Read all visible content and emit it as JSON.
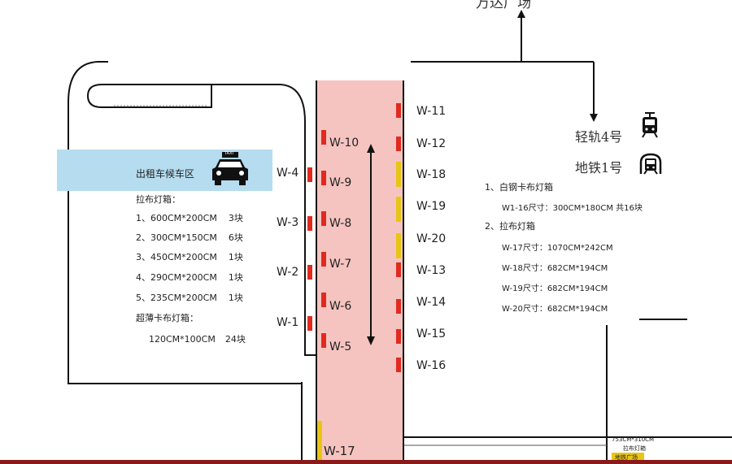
{
  "top_label": "万达广场",
  "taxi": {
    "zone": "出租车候车区",
    "badge": "TAXI"
  },
  "left_list": {
    "heading": "拉布灯箱：",
    "items": [
      {
        "size": "1、600CM*200CM",
        "qty": "3块"
      },
      {
        "size": "2、300CM*150CM",
        "qty": "6块"
      },
      {
        "size": "3、450CM*200CM",
        "qty": "1块"
      },
      {
        "size": "4、290CM*200CM",
        "qty": "1块"
      },
      {
        "size": "5、235CM*200CM",
        "qty": "1块"
      }
    ],
    "heading2": "超薄卡布灯箱：",
    "extra": {
      "size": "120CM*100CM",
      "qty": "24块"
    }
  },
  "transit": {
    "light_rail": "轻轨4号",
    "metro": "地铁1号"
  },
  "right_spec": {
    "h1": "1、白钢卡布灯箱",
    "l1": "W1-16尺寸：300CM*180CM   共16块",
    "h2": "2、拉布灯箱",
    "lines": [
      "W-17尺寸：1070CM*242CM",
      "W-18尺寸：682CM*194CM",
      "W-19尺寸：682CM*194CM",
      "W-20尺寸：682CM*194CM"
    ]
  },
  "bottom_box": {
    "size": "753CM*310CM",
    "type": "拉布灯箱",
    "place": "地铁广场"
  },
  "markers": {
    "w1": "W-1",
    "w2": "W-2",
    "w3": "W-3",
    "w4": "W-4",
    "w5": "W-5",
    "w6": "W-6",
    "w7": "W-7",
    "w8": "W-8",
    "w9": "W-9",
    "w10": "W-10",
    "w11": "W-11",
    "w12": "W-12",
    "w13": "W-13",
    "w14": "W-14",
    "w15": "W-15",
    "w16": "W-16",
    "w17": "W-17",
    "w18": "W-18",
    "w19": "W-19",
    "w20": "W-20"
  },
  "colors": {
    "corridor": "#f6c4c0",
    "taxi_zone": "#b5dcef",
    "box_red": "#e02a20",
    "box_yellow": "#e8c514",
    "border": "#8a1a1a"
  }
}
